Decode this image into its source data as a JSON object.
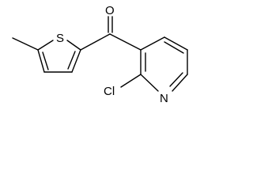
{
  "molecule": {
    "atoms": {
      "oxygen": "O",
      "sulfur": "S",
      "chlorine": "Cl",
      "nitrogen": "N"
    }
  }
}
